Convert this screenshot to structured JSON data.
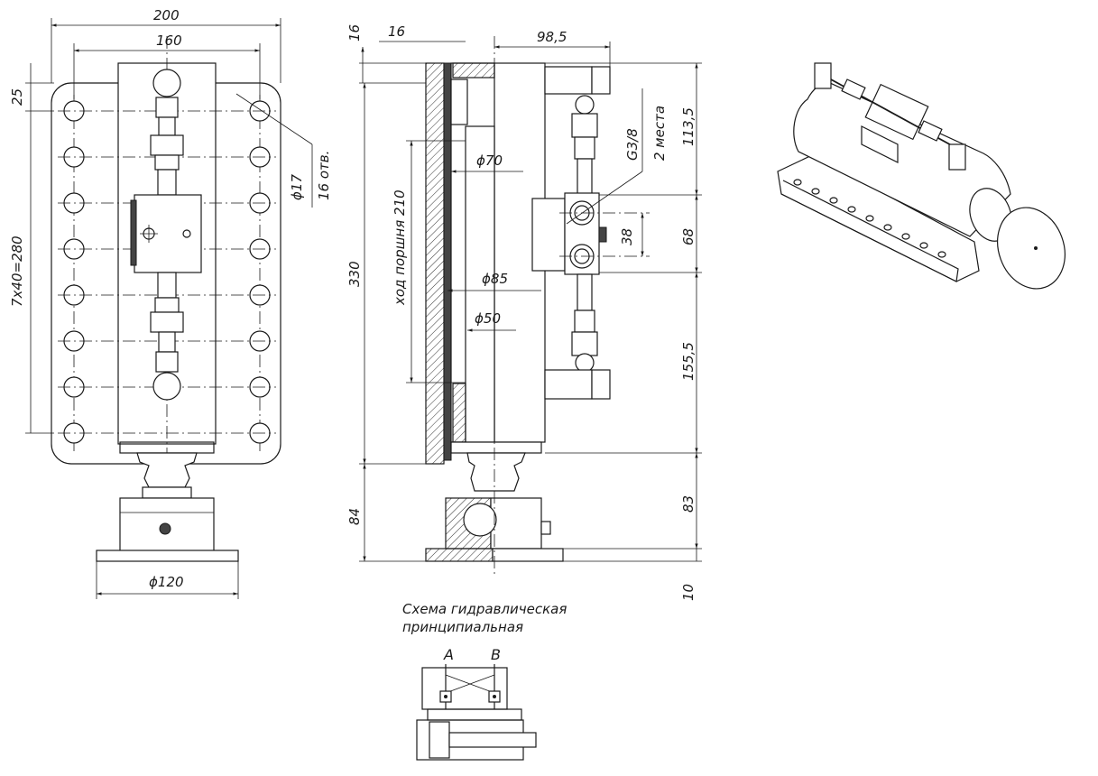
{
  "front_view": {
    "dim_width_outer": "200",
    "dim_width_holes": "160",
    "dim_edge_offset": "25",
    "dim_hole_pitch": "7х40=280",
    "dim_hole_diameter": "ϕ17",
    "dim_hole_count": "16 отв.",
    "dim_base_diameter": "ϕ120"
  },
  "side_view": {
    "dim_plate_thickness": "16",
    "dim_plate_gap": "16",
    "dim_port_offset": "98,5",
    "dim_total_height": "330",
    "dim_piston_stroke": "ход поршня 210",
    "dim_bore_70": "ϕ70",
    "dim_bore_85": "ϕ85",
    "dim_rod_50": "ϕ50",
    "dim_port_spacing": "38",
    "dim_port_thread": "G3/8",
    "dim_port_count": "2 места",
    "dim_top_113": "113,5",
    "dim_mid_68": "68",
    "dim_low_155": "155,5",
    "dim_head_83": "83",
    "dim_base_10": "10",
    "dim_head_84": "84"
  },
  "schematic": {
    "title_line1": "Схема гидравлическая",
    "title_line2": "принципиальная",
    "port_a": "A",
    "port_b": "B"
  }
}
